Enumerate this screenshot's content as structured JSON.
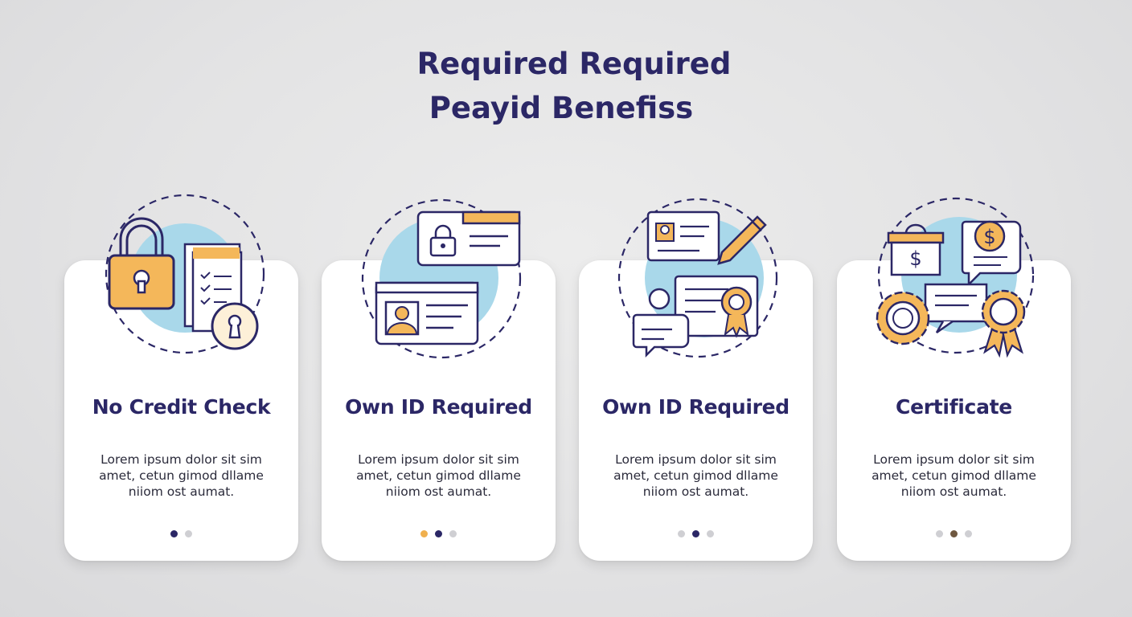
{
  "title": {
    "line1": "Required Required",
    "line2": "Peayid Benefiss"
  },
  "colors": {
    "navy": "#2b2766",
    "orange": "#f0b04e",
    "light_blue": "#a9d8ea",
    "cream": "#fdf0d8",
    "card": "#ffffff",
    "background": "#e3e3e4"
  },
  "cards": [
    {
      "title": "No Credit Check",
      "text": [
        "Lorem ipsum dolor sit sim",
        "amet, cetun gimod dllame",
        "niiom ost ⁠aumat."
      ],
      "icons": [
        "padlock-icon",
        "document-checklist-icon",
        "keyhole-icon"
      ],
      "dots": [
        "navy",
        "light"
      ]
    },
    {
      "title": "Own ID Required",
      "text": [
        "Lorem ipsum dolor sit sim",
        "amet, cetun gimod dllame",
        "niiom ost aumat."
      ],
      "icons": [
        "locked-id-card-icon",
        "id-card-icon"
      ],
      "dots": [
        "orange",
        "navy",
        "light"
      ]
    },
    {
      "title": "Own ID Required",
      "text": [
        "Lorem ipsum dolor sit sim",
        "amet, cetun gimod dllame",
        "niiom ost aumat."
      ],
      "icons": [
        "id-card-icon",
        "pencil-icon",
        "certificate-icon",
        "person-icon",
        "chat-icon"
      ],
      "dots": [
        "light",
        "navy",
        "light"
      ]
    },
    {
      "title": "Certificate",
      "text": [
        "Lorem ipsum dolor sit sim",
        "amet, cetun gimod dllame",
        "niiom ost aumat."
      ],
      "icons": [
        "price-box-icon",
        "dollar-chat-icon",
        "gear-badge-icon",
        "message-icon",
        "award-ribbon-icon"
      ],
      "dots": [
        "light",
        "brown",
        "light"
      ]
    }
  ]
}
